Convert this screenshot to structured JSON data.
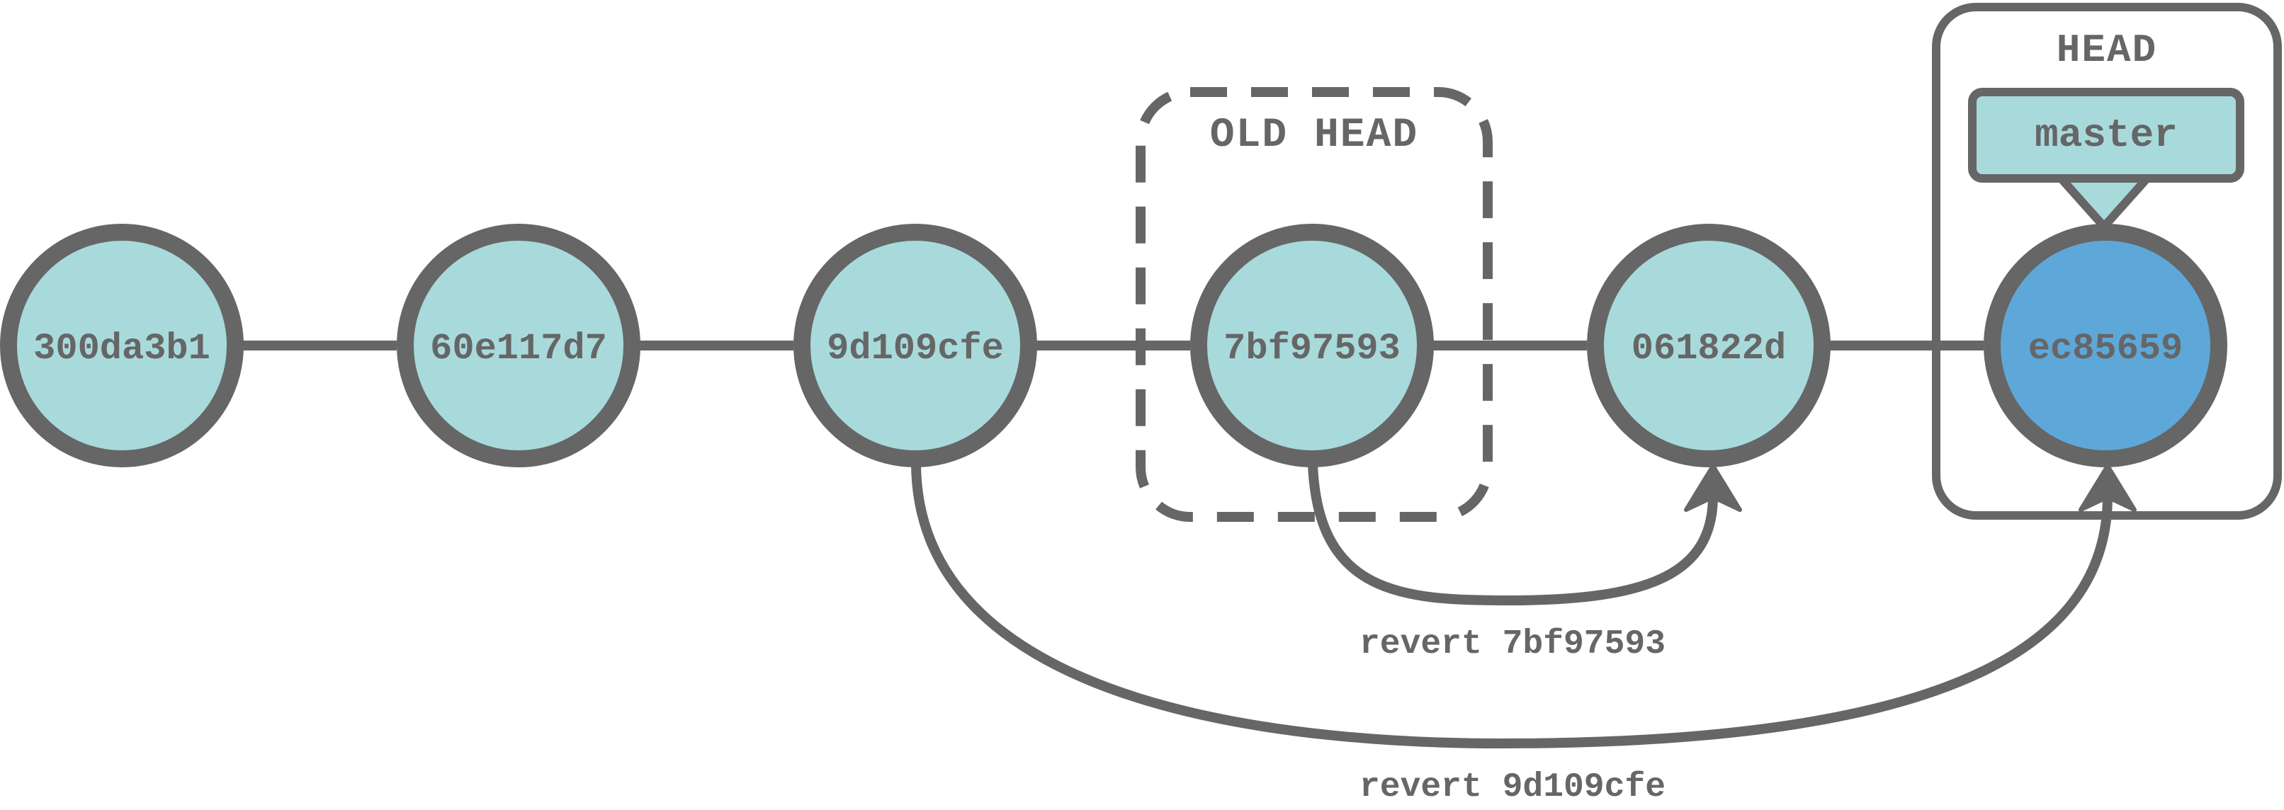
{
  "commits": [
    {
      "id": "300da3b1",
      "current": false
    },
    {
      "id": "60e117d7",
      "current": false
    },
    {
      "id": "9d109cfe",
      "current": false
    },
    {
      "id": "7bf97593",
      "current": false
    },
    {
      "id": "061822d",
      "current": false
    },
    {
      "id": "ec85659",
      "current": true
    }
  ],
  "old_head_label": "OLD HEAD",
  "head_label": "HEAD",
  "branch_label": "master",
  "reverts": [
    {
      "label": "revert 7bf97593"
    },
    {
      "label": "revert 9d109cfe"
    }
  ],
  "colors": {
    "stroke": "#666666",
    "node_fill": "#a8dadb",
    "head_node_fill": "#5da8d8",
    "text": "#666666",
    "background": "#ffffff"
  }
}
